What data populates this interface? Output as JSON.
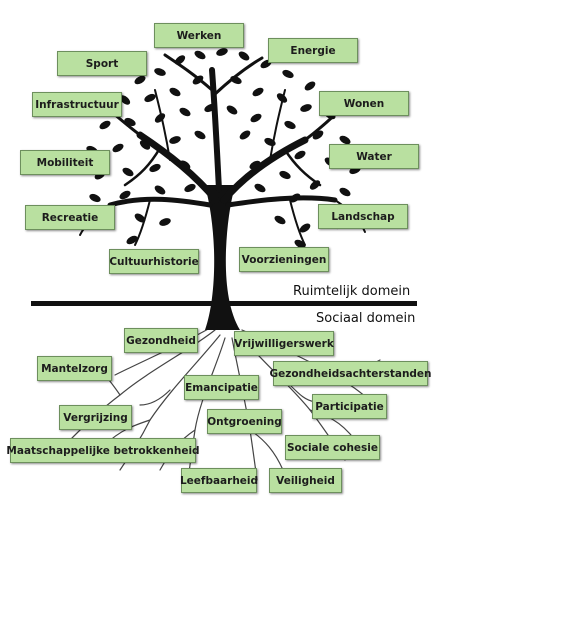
{
  "spatial_domain": "Ruimtelijk domein",
  "social_domain": "Sociaal domein",
  "spatial_tags": [
    "Werken",
    "Sport",
    "Energie",
    "Infrastructuur",
    "Wonen",
    "Mobiliteit",
    "Water",
    "Recreatie",
    "Landschap",
    "Cultuurhistorie",
    "Voorzieningen"
  ],
  "social_tags": [
    "Gezondheid",
    "Vrijwilligerswerk",
    "Mantelzorg",
    "Emancipatie",
    "Gezondheidsachterstanden",
    "Participatie",
    "Vergrijzing",
    "Ontgroening",
    "Maatschappelijke betrokkenheid",
    "Sociale cohesie",
    "Leefbaarheid",
    "Veiligheid"
  ],
  "colors": {
    "tag_fill": "#b9e0a0",
    "tag_border": "#6d8f5d",
    "tree": "#111111"
  }
}
